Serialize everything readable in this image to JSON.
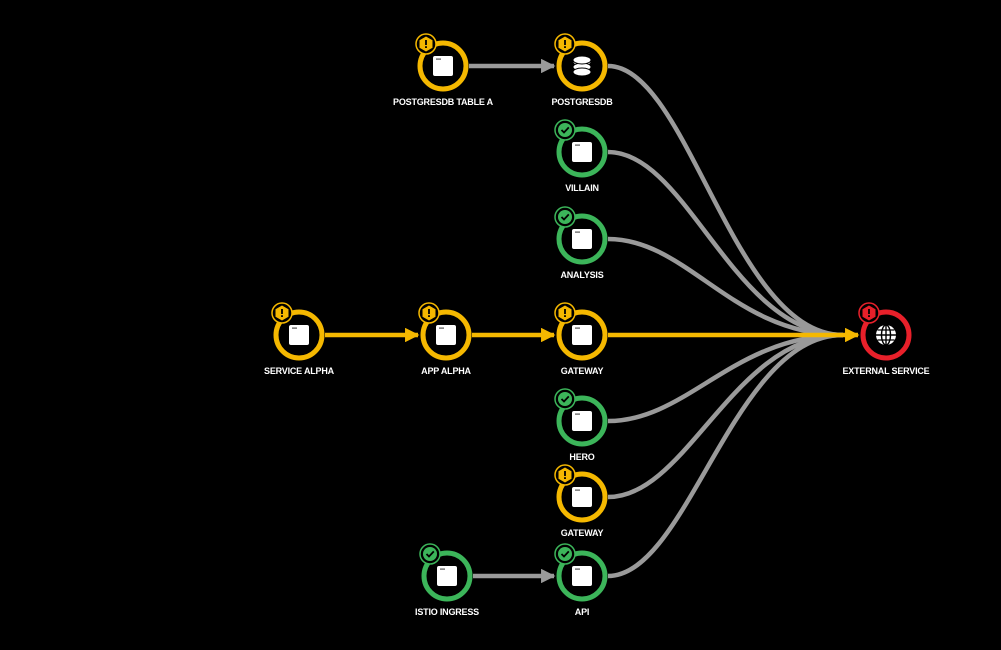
{
  "colors": {
    "background": "#000000",
    "warning": "#f5b800",
    "healthy": "#3cb55a",
    "error": "#e8202a",
    "edge_default": "#9a9a9a",
    "edge_warning": "#f5b800",
    "icon": "#ffffff"
  },
  "nodes": [
    {
      "id": "postgresdb-table-a",
      "label": "POSTGRESDB TABLE A",
      "status": "warning",
      "icon": "window-icon"
    },
    {
      "id": "postgresdb",
      "label": "POSTGRESDB",
      "status": "warning",
      "icon": "database-icon"
    },
    {
      "id": "villain",
      "label": "VILLAIN",
      "status": "healthy",
      "icon": "window-icon"
    },
    {
      "id": "analysis",
      "label": "ANALYSIS",
      "status": "healthy",
      "icon": "window-icon"
    },
    {
      "id": "service-alpha",
      "label": "SERVICE ALPHA",
      "status": "warning",
      "icon": "window-icon"
    },
    {
      "id": "app-alpha",
      "label": "APP ALPHA",
      "status": "warning",
      "icon": "window-icon"
    },
    {
      "id": "gateway",
      "label": "GATEWAY",
      "status": "warning",
      "icon": "window-icon"
    },
    {
      "id": "hero",
      "label": "HERO",
      "status": "healthy",
      "icon": "window-icon"
    },
    {
      "id": "gateway-2",
      "label": "GATEWAY",
      "status": "warning",
      "icon": "window-icon"
    },
    {
      "id": "istio-ingress",
      "label": "ISTIO INGRESS",
      "status": "healthy",
      "icon": "window-icon"
    },
    {
      "id": "api",
      "label": "API",
      "status": "healthy",
      "icon": "window-icon"
    },
    {
      "id": "external-service",
      "label": "EXTERNAL SERVICE",
      "status": "error",
      "icon": "globe-icon"
    }
  ],
  "edges": [
    {
      "from": "postgresdb-table-a",
      "to": "postgresdb",
      "status": "default"
    },
    {
      "from": "service-alpha",
      "to": "app-alpha",
      "status": "warning"
    },
    {
      "from": "app-alpha",
      "to": "gateway",
      "status": "warning"
    },
    {
      "from": "istio-ingress",
      "to": "api",
      "status": "default"
    },
    {
      "from": "postgresdb",
      "to": "external-service",
      "status": "default"
    },
    {
      "from": "villain",
      "to": "external-service",
      "status": "default"
    },
    {
      "from": "analysis",
      "to": "external-service",
      "status": "default"
    },
    {
      "from": "hero",
      "to": "external-service",
      "status": "default"
    },
    {
      "from": "gateway-2",
      "to": "external-service",
      "status": "default"
    },
    {
      "from": "api",
      "to": "external-service",
      "status": "default"
    },
    {
      "from": "gateway",
      "to": "external-service",
      "status": "warning"
    }
  ]
}
